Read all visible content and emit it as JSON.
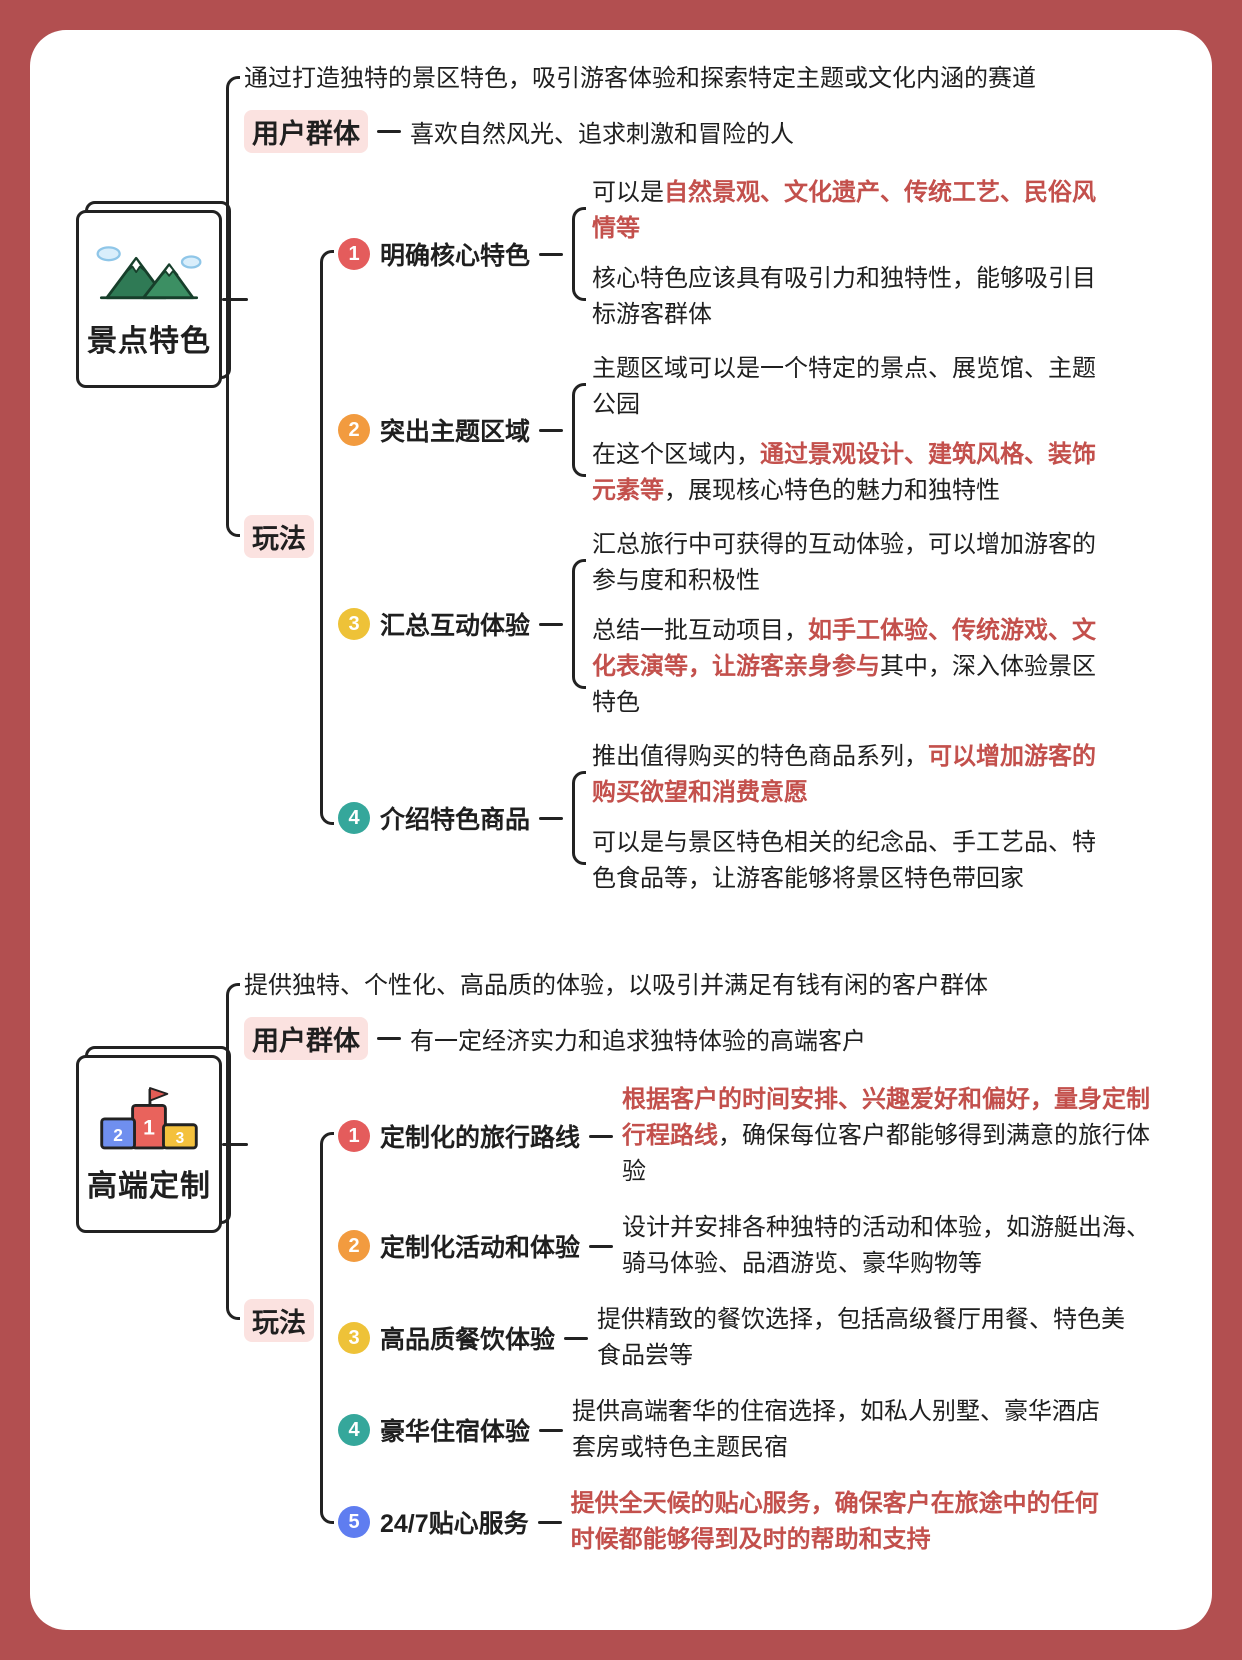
{
  "page": {
    "frame_color": "#b24f50",
    "canvas_color": "#ffffff",
    "accent_red_text": "#c3504c",
    "label_highlight": "#fbe2e0",
    "badge_colors": [
      "#e45c5c",
      "#f29b3f",
      "#eec238",
      "#35a79b",
      "#5f7df0"
    ],
    "watermark": ""
  },
  "sections": [
    {
      "root": {
        "label": "景点特色",
        "icon": "mountain-icon"
      },
      "description": "通过打造独特的景区特色，吸引游客体验和探索特定主题或文化内涵的赛道",
      "user_group": {
        "label": "用户群体",
        "text": "喜欢自然风光、追求刺激和冒险的人"
      },
      "play": {
        "label": "玩法",
        "items": [
          {
            "num": "1",
            "title": "明确核心特色",
            "details": [
              {
                "segments": [
                  {
                    "text": "可以是",
                    "red": false
                  },
                  {
                    "text": "自然景观、文化遗产、传统工艺、民俗风情等",
                    "red": true
                  }
                ]
              },
              {
                "segments": [
                  {
                    "text": "核心特色应该具有吸引力和独特性，能够吸引目标游客群体",
                    "red": false
                  }
                ]
              }
            ]
          },
          {
            "num": "2",
            "title": "突出主题区域",
            "details": [
              {
                "segments": [
                  {
                    "text": "主题区域可以是一个特定的景点、展览馆、主题公园",
                    "red": false
                  }
                ]
              },
              {
                "segments": [
                  {
                    "text": "在这个区域内，",
                    "red": false
                  },
                  {
                    "text": "通过景观设计、建筑风格、装饰元素等",
                    "red": true
                  },
                  {
                    "text": "，展现核心特色的魅力和独特性",
                    "red": false
                  }
                ]
              }
            ]
          },
          {
            "num": "3",
            "title": "汇总互动体验",
            "details": [
              {
                "segments": [
                  {
                    "text": "汇总旅行中可获得的互动体验，可以增加游客的参与度和积极性",
                    "red": false
                  }
                ]
              },
              {
                "segments": [
                  {
                    "text": "总结一批互动项目，",
                    "red": false
                  },
                  {
                    "text": "如手工体验、传统游戏、文化表演等，让游客亲身参与",
                    "red": true
                  },
                  {
                    "text": "其中，深入体验景区特色",
                    "red": false
                  }
                ]
              }
            ]
          },
          {
            "num": "4",
            "title": "介绍特色商品",
            "details": [
              {
                "segments": [
                  {
                    "text": "推出值得购买的特色商品系列，",
                    "red": false
                  },
                  {
                    "text": "可以增加游客的购买欲望和消费意愿",
                    "red": true
                  }
                ]
              },
              {
                "segments": [
                  {
                    "text": "可以是与景区特色相关的纪念品、手工艺品、特色食品等，让游客能够将景区特色带回家",
                    "red": false
                  }
                ]
              }
            ]
          }
        ]
      }
    },
    {
      "root": {
        "label": "高端定制",
        "icon": "podium-icon"
      },
      "description": "提供独特、个性化、高品质的体验，以吸引并满足有钱有闲的客户群体",
      "user_group": {
        "label": "用户群体",
        "text": "有一定经济实力和追求独特体验的高端客户"
      },
      "play": {
        "label": "玩法",
        "items": [
          {
            "num": "1",
            "title": "定制化的旅行路线",
            "details": [
              {
                "segments": [
                  {
                    "text": "根据客户的时间安排、兴趣爱好和偏好，量身定制行程路线",
                    "red": true
                  },
                  {
                    "text": "，确保每位客户都能够得到满意的旅行体验",
                    "red": false
                  }
                ]
              }
            ]
          },
          {
            "num": "2",
            "title": "定制化活动和体验",
            "details": [
              {
                "segments": [
                  {
                    "text": "设计并安排各种独特的活动和体验，如游艇出海、骑马体验、品酒游览、豪华购物等",
                    "red": false
                  }
                ]
              }
            ]
          },
          {
            "num": "3",
            "title": "高品质餐饮体验",
            "details": [
              {
                "segments": [
                  {
                    "text": "提供精致的餐饮选择，包括高级餐厅用餐、特色美食品尝等",
                    "red": false
                  }
                ]
              }
            ]
          },
          {
            "num": "4",
            "title": "豪华住宿体验",
            "details": [
              {
                "segments": [
                  {
                    "text": "提供高端奢华的住宿选择，如私人别墅、豪华酒店套房或特色主题民宿",
                    "red": false
                  }
                ]
              }
            ]
          },
          {
            "num": "5",
            "title": "24/7贴心服务",
            "details": [
              {
                "segments": [
                  {
                    "text": "提供全天候的贴心服务，确保客户在旅途中的任何时候都能够得到及时的帮助和支持",
                    "red": true
                  }
                ]
              }
            ]
          }
        ]
      }
    }
  ]
}
